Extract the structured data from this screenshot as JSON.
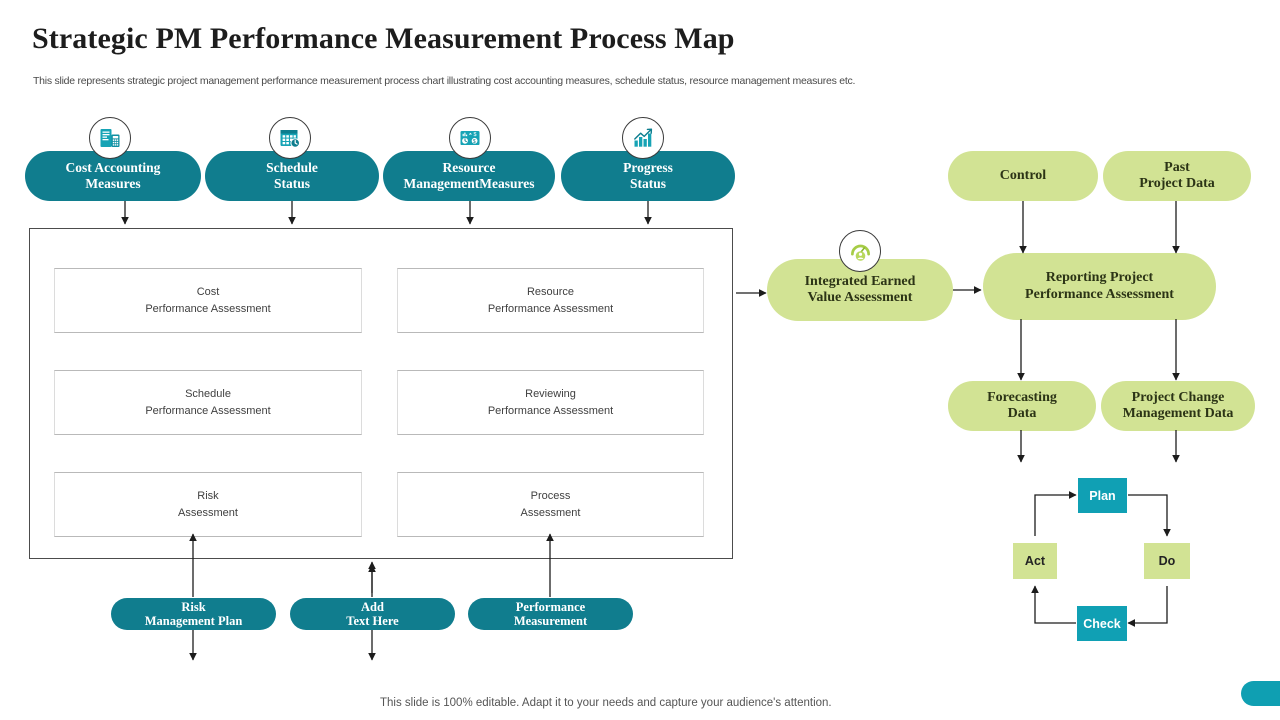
{
  "header": {
    "title": "Strategic PM Performance Measurement Process Map",
    "subtitle": "This slide represents strategic project management performance measurement process chart illustrating cost accounting measures, schedule status, resource management measures etc."
  },
  "colors": {
    "teal": "#107d8e",
    "teal_bright": "#10a0b4",
    "green": "#d2e394",
    "container_border": "#4c4c4c",
    "text_dark": "#2c3416"
  },
  "inputs_row": [
    {
      "label": "Cost Accounting\nMeasures",
      "line1": "Cost Accounting",
      "line2": "Measures",
      "icon": "invoice-calculator-icon"
    },
    {
      "label": "Schedule Status",
      "line1": "Schedule",
      "line2": "Status",
      "icon": "calendar-clock-icon"
    },
    {
      "label": "Resource Management Measures",
      "line1": "Resource",
      "line2": "ManagementMeasures",
      "icon": "resource-dashboard-icon"
    },
    {
      "label": "Progress Status",
      "line1": "Progress",
      "line2": "Status",
      "icon": "bar-chart-growth-icon"
    }
  ],
  "assessment_cells": [
    {
      "line1": "Cost",
      "line2": "Performance  Assessment"
    },
    {
      "line1": "Resource",
      "line2": "Performance  Assessment"
    },
    {
      "line1": "Schedule",
      "line2": "Performance  Assessment"
    },
    {
      "line1": "Reviewing",
      "line2": "Performance  Assessment"
    },
    {
      "line1": "Risk",
      "line2": "Assessment"
    },
    {
      "line1": "Process",
      "line2": "Assessment"
    }
  ],
  "bottom_row": [
    {
      "line1": "Risk",
      "line2": "Management Plan"
    },
    {
      "line1": "Add",
      "line2": "Text Here"
    },
    {
      "line1": "Performance",
      "line2": "Measurement"
    }
  ],
  "integrated": {
    "line1": "Integrated Earned",
    "line2": "Value Assessment",
    "icon": "gauge-person-icon"
  },
  "reporting": {
    "line1": "Reporting Project",
    "line2": "Performance Assessment"
  },
  "right_top_row": [
    {
      "line1": "Control",
      "line2": ""
    },
    {
      "line1": "Past",
      "line2": "Project Data"
    }
  ],
  "right_bottom_row": [
    {
      "line1": "Forecasting",
      "line2": "Data"
    },
    {
      "line1": "Project Change",
      "line2": "Management Data"
    }
  ],
  "pdca": {
    "plan": "Plan",
    "do": "Do",
    "check": "Check",
    "act": "Act"
  },
  "footer": {
    "note": "This slide is 100% editable. Adapt it to your needs and capture your audience's attention."
  }
}
